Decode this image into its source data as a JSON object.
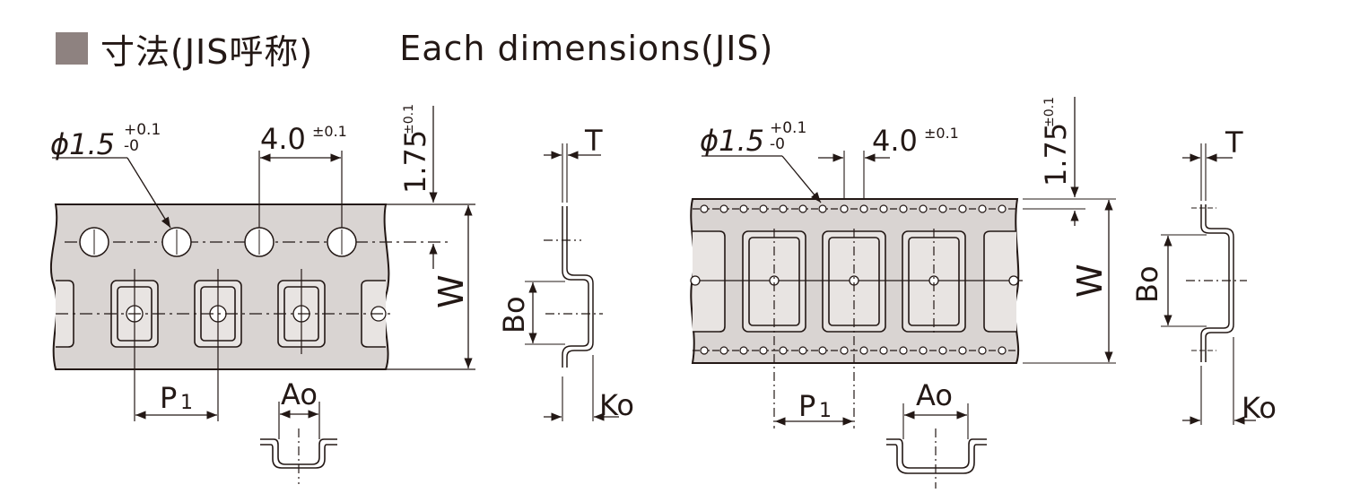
{
  "header": {
    "title_jp": "寸法(JIS呼称)",
    "title_en": "Each dimensions(JIS)"
  },
  "labels": {
    "hole_dia": "ϕ1.5",
    "hole_tol_plus": "+0.1",
    "hole_tol_minus": "-0",
    "pitch": "4.0",
    "pitch_tol": "±0.1",
    "edge": "1.75",
    "edge_tol": "±0.1",
    "W": "W",
    "T": "T",
    "Bo": "Bo",
    "Ko": "Ko",
    "P_main": "P",
    "P_sub": "1",
    "Ao": "Ao"
  },
  "colors": {
    "tape_fill": "#d9d4d2",
    "line": "#231815",
    "header_square": "#8e8280"
  }
}
